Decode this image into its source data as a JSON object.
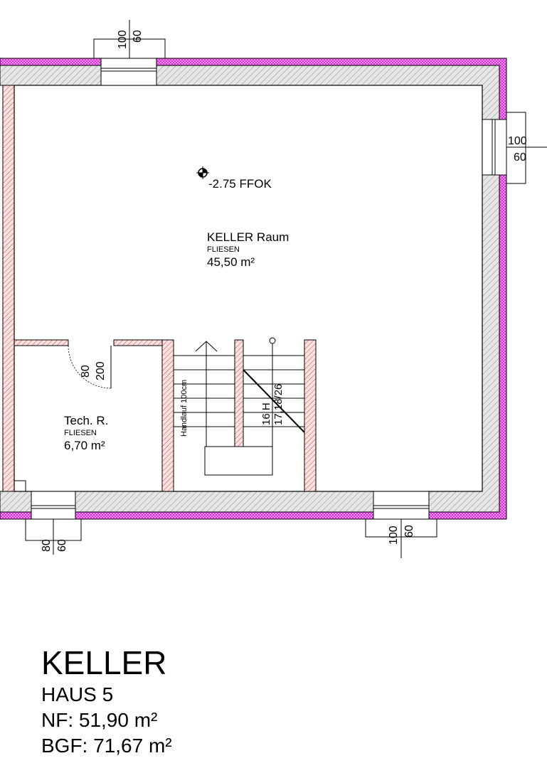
{
  "plan": {
    "level": "-2.75 FFOK",
    "rooms": [
      {
        "name": "KELLER Raum",
        "floor": "FLIESEN",
        "area": "45,50 m²"
      },
      {
        "name": "Tech. R.",
        "floor": "FLIESEN",
        "area": "6,70 m²"
      }
    ],
    "stair": {
      "handrail": "Handlauf 100cm",
      "steps": "16 H",
      "ratio": "17,18/26"
    },
    "door": {
      "width": "80",
      "height": "200"
    },
    "windows": [
      {
        "width": "100",
        "sill": "60"
      },
      {
        "width": "100",
        "sill": "60"
      },
      {
        "width": "80",
        "sill": "60"
      },
      {
        "width": "100",
        "sill": "60"
      }
    ],
    "colors": {
      "outer_layer": "#e040e0",
      "wall_fill": "#d8d8d8",
      "partition": "#e08080",
      "lines": "#000000"
    }
  },
  "title": {
    "main": "KELLER",
    "house": "HAUS 5",
    "nf": "NF: 51,90 m²",
    "bgf": "BGF: 71,67 m²"
  }
}
